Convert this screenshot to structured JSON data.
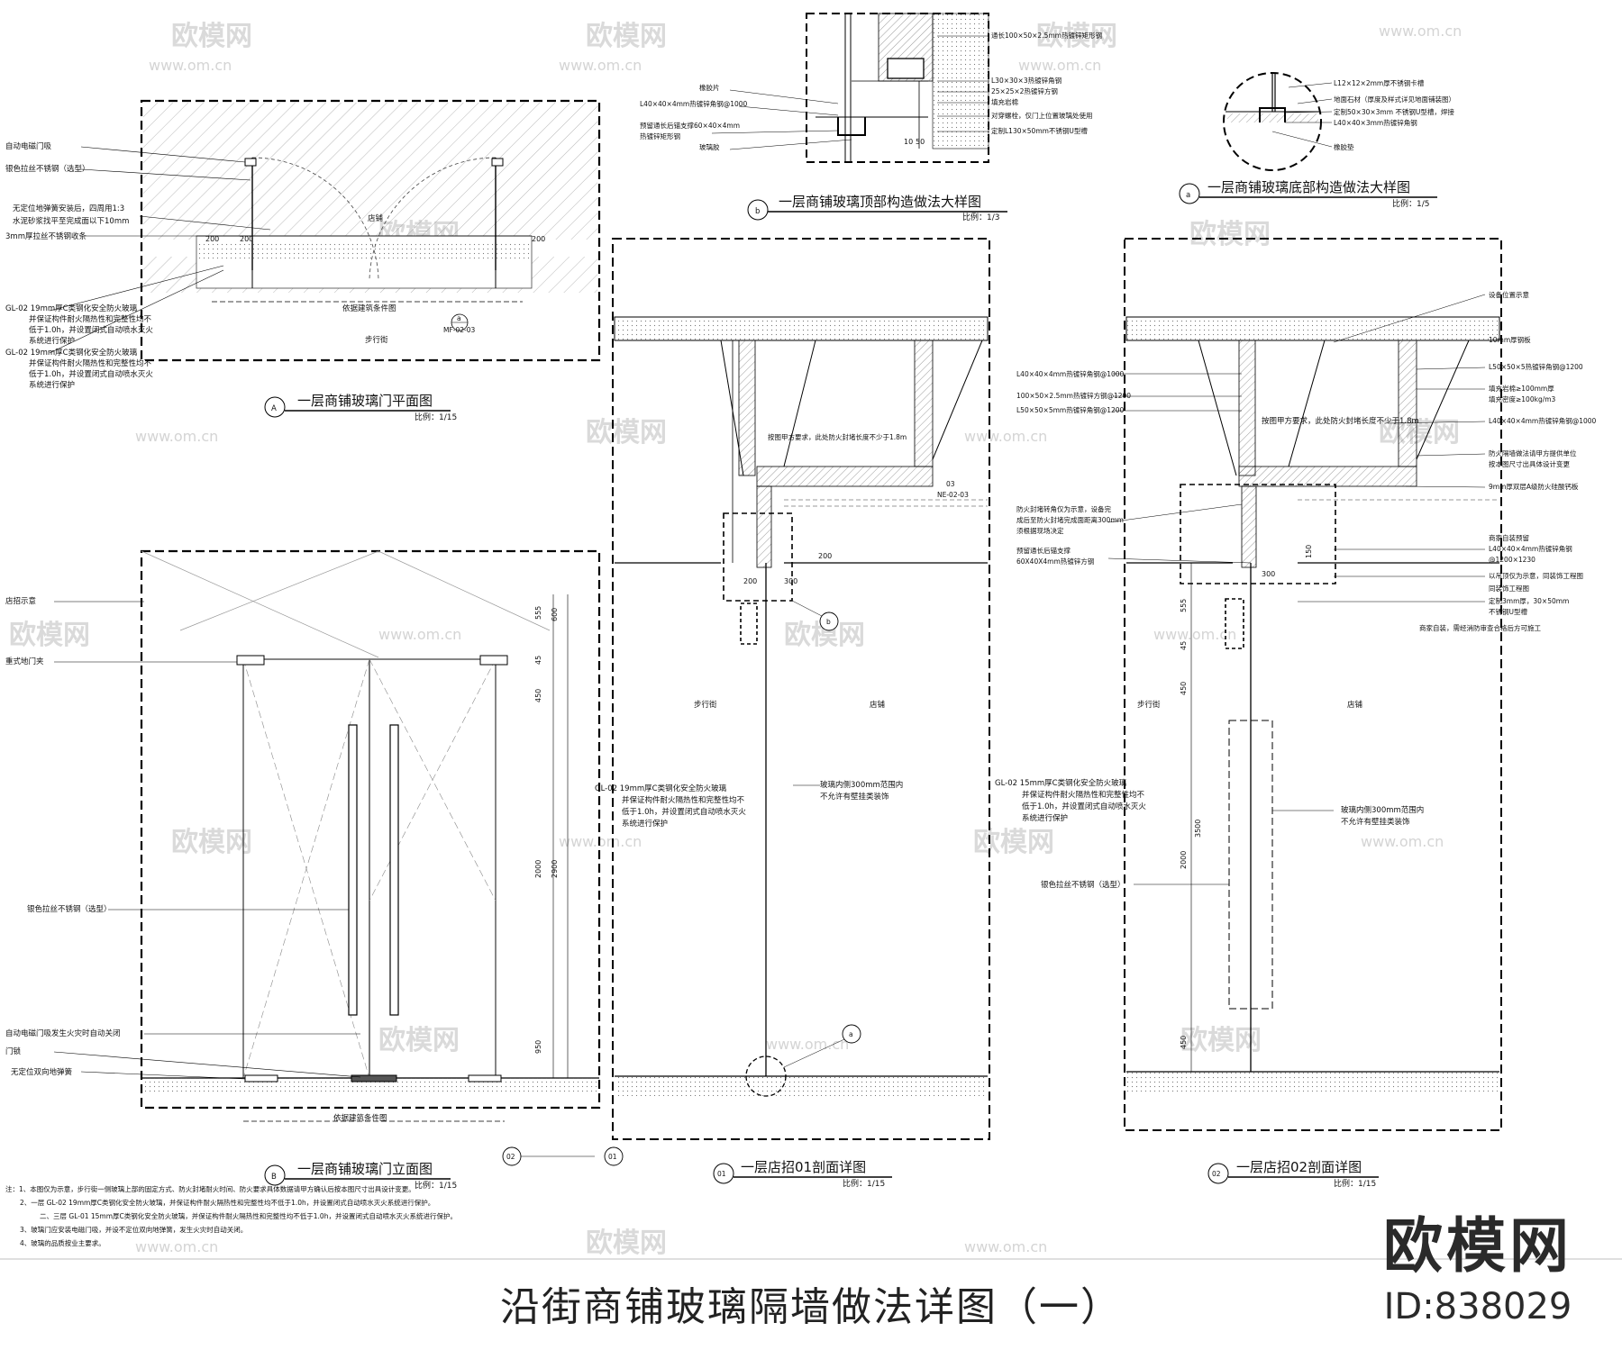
{
  "sheet_title": "沿街商铺玻璃隔墙做法详图（一）",
  "brand": {
    "name": "欧模网",
    "id": "ID:838029"
  },
  "watermark": {
    "text": "欧模网",
    "url": "www.om.cn"
  },
  "views": {
    "A": {
      "marker": "A",
      "title": "一层商铺玻璃门平面图",
      "scale": "比例：1/15"
    },
    "B": {
      "marker": "B",
      "title": "一层商铺玻璃门立面图",
      "scale": "比例：1/15"
    },
    "b": {
      "marker": "b",
      "title": "一层商铺玻璃顶部构造做法大样图",
      "scale": "比例：1/3"
    },
    "a": {
      "marker": "a",
      "title": "一层商铺玻璃底部构造做法大样图",
      "scale": "比例：1/5"
    },
    "s01": {
      "marker": "01",
      "title": "一层店招01剖面详图",
      "scale": "比例：1/15"
    },
    "s02": {
      "marker": "02",
      "title": "一层店招02剖面详图",
      "scale": "比例：1/15"
    }
  },
  "plan_notes": {
    "l1": "自动电磁门吸",
    "l2": "银色拉丝不锈钢（选型）",
    "l3": "无定位地弹簧安装后，四周用1:3",
    "l4": "水泥砂浆找平至完成面以下10mm",
    "l5": "3mm厚拉丝不锈钢收条",
    "gl1a": "GL-02  19mm厚C类钢化安全防火玻璃",
    "gl1b": "并保证构件耐火隔热性和完整性均不",
    "gl1c": "低于1.0h，并设置闭式自动喷水灭火",
    "gl1d": "系统进行保护",
    "gl2a": "GL-02  19mm厚C类钢化安全防火玻璃",
    "gl2b": "并保证构件耐火隔热性和完整性均不",
    "gl2c": "低于1.0h，并设置闭式自动喷水灭火",
    "gl2d": "系统进行保护",
    "shop": "店铺",
    "street": "步行街",
    "basis": "依据建筑条件图",
    "ref_top": "a",
    "ref_bot": "MF-02-03",
    "d1": "200",
    "d2": "200",
    "d3": "200"
  },
  "elev_notes": {
    "l1": "店招示意",
    "l2": "重式地门夹",
    "l3": "银色拉丝不锈钢（选型）",
    "l4": "自动电磁门吸发生火灾时自动关闭",
    "l5": "门锁",
    "l6": "无定位双向地弹簧",
    "basis": "依据建筑条件图",
    "d1": "555",
    "d2": "600",
    "d3": "45",
    "d4": "450",
    "d5": "2000",
    "d6": "2900",
    "d7": "950",
    "ref1": "02",
    "ref2": "01"
  },
  "detail_b": {
    "l1": "通长100×50×2.5mm热镀锌矩形钢",
    "l2": "L30×30×3热镀锌角钢",
    "l3": "25×25×2热镀锌方钢",
    "l4": "填充岩棉",
    "l5": "对穿螺栓，仅门上位置玻璃处使用",
    "l6": "定制L130×50mm不锈钢U型槽",
    "l7": "橡胶片",
    "l8": "L40×40×4mm热镀锌角钢@1000",
    "l9": "预留通长后锚支撑60×40×4mm",
    "l10": "热镀锌矩形钢",
    "l11": "玻璃胶",
    "d1": "10",
    "d2": "50"
  },
  "detail_a": {
    "l1": "L12×12×2mm厚不锈钢卡槽",
    "l2": "地面石材（厚度及样式详见地面铺装图）",
    "l3": "定制50×30×3mm 不锈钢U型槽，焊接",
    "l4": "L40×40×3mm热镀锌角钢",
    "l5": "橡胶垫"
  },
  "section01": {
    "l1": "L40×40×4mm热镀锌角钢@1000",
    "l2": "100×50×2.5mm热镀锌方钢@1200",
    "l3": "L50×50×5mm热镀锌角钢@1200",
    "l4": "按图甲方要求，此处防火封堵长度不少于1.8m",
    "ref_a": "03",
    "ref_b": "NE-02-03",
    "l5": "防火封堵转角仅为示意，设备完",
    "l6": "成后至防火封堵完成面距离300mm",
    "l7": "须根据现场决定",
    "l8": "预留通长后锚支撑",
    "l9": "60X40X4mm热镀锌方钢",
    "street": "步行街",
    "shop": "店铺",
    "gl1": "GL-02  19mm厚C类钢化安全防火玻璃",
    "gl2": "并保证构件耐火隔热性和完整性均不",
    "gl3": "低于1.0h，并设置闭式自动喷水灭火",
    "gl4": "系统进行保护",
    "glass_note1": "玻璃内侧300mm范围内",
    "glass_note2": "不允许有壁挂类装饰",
    "ref_circle_a": "a",
    "ref_circle_b": "b",
    "d1": "200",
    "d2": "300",
    "d3": "200"
  },
  "section02": {
    "l1": "设备位置示意",
    "l2": "10mm厚钢板",
    "l3": "L50×50×5热镀锌角钢@1200",
    "l4": "填充岩棉≥100mm厚",
    "l5": "填充密度≥100kg/m3",
    "l6": "L40×40×4mm热镀锌角钢@1000",
    "l7": "防火隔墙做法请甲方提供单位",
    "l8": "按本图尺寸出具体设计变更",
    "l9": "9mm厚双层A级防火硅酸钙板",
    "l10": "商家自装预留",
    "l11": "L40×40×4mm热镀锌角钢",
    "l12": "@1200×1230",
    "l13": "以吊顶仅为示意，同装饰工程图",
    "l14": "同装饰工程图",
    "l15": "定制3mm厚，30×50mm",
    "l16": "不锈钢U型槽",
    "l17": "商家自装，需经消防审查合格后方可施工",
    "street": "步行街",
    "shop": "店铺",
    "gl1": "GL-02  15mm厚C类钢化安全防火玻璃",
    "gl2": "并保证构件耐火隔热性和完整性均不",
    "gl3": "低于1.0h，并设置闭式自动喷水灭火",
    "gl4": "系统进行保护",
    "glass_note1": "玻璃内侧300mm范围内",
    "glass_note2": "不允许有壁挂类装饰",
    "l18": "银色拉丝不锈钢（选型）",
    "d1": "555",
    "d2": "45",
    "d3": "450",
    "d4": "2000",
    "d5": "3500",
    "d6": "450",
    "d7": "300",
    "d8": "150"
  },
  "general_notes": [
    "注：1、本图仅为示意，步行街一侧玻璃上部的固定方式、防火封堵耐火时间、防火要求具体数据请甲方确认后按本图尺寸出具设计变更。",
    "2、一层 GL-02 19mm厚C类钢化安全防火玻璃，并保证构件耐火隔热性和完整性均不低于1.0h，并设置闭式自动喷水灭火系统进行保护。",
    "二、三层 GL-01 15mm厚C类钢化安全防火玻璃，并保证构件耐火隔热性和完整性均不低于1.0h，并设置闭式自动喷水灭火系统进行保护。",
    "3、玻璃门应安装电磁门吸，并设不定位双向地弹簧，发生火灾时自动关闭。",
    "4、玻璃的品质按业主要求。"
  ]
}
